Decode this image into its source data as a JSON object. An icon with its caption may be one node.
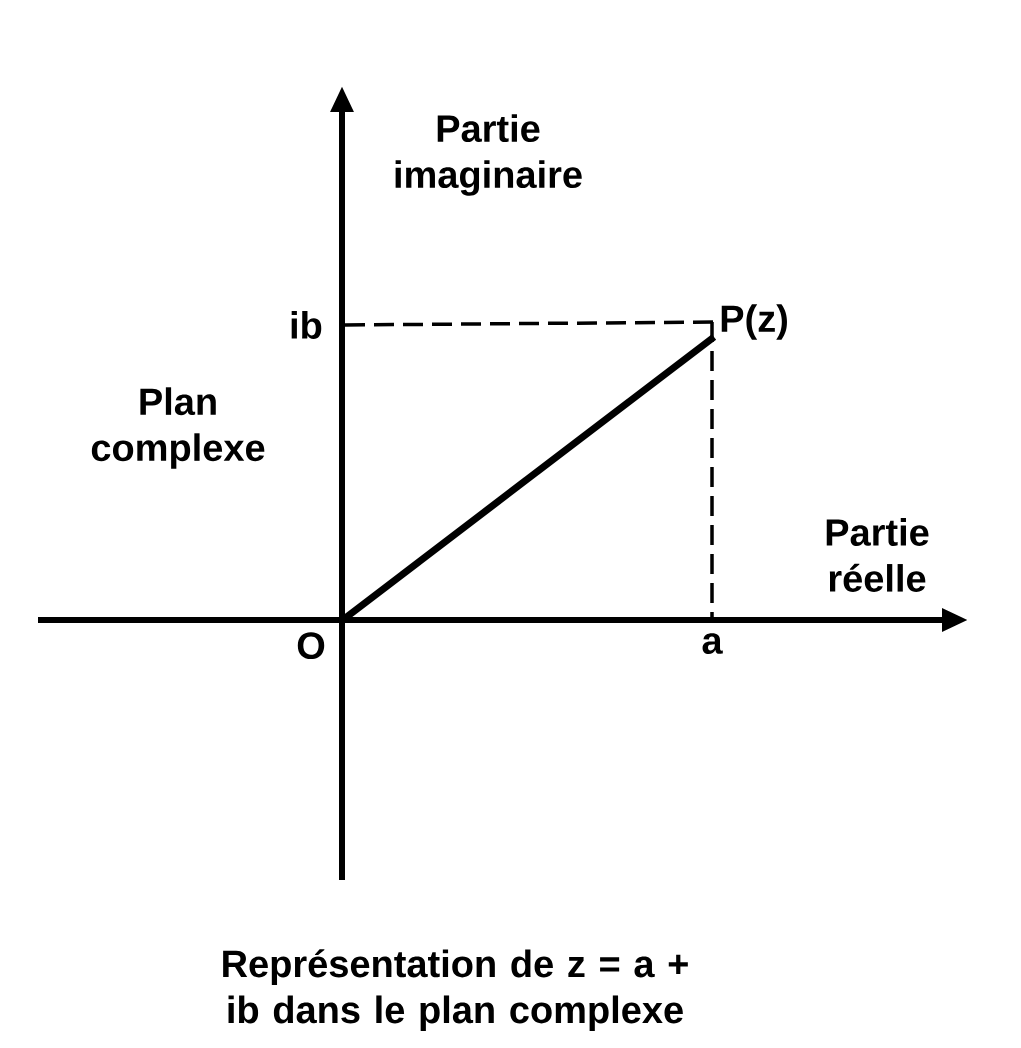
{
  "diagram": {
    "caption": "Représentation de z = a + ib dans le plan complexe",
    "nodes": [
      {
        "text": [
          "ib"
        ]
      },
      {
        "text": [
          "P(z)"
        ]
      },
      {
        "text": [
          "a"
        ]
      },
      {
        "text": [
          "O"
        ]
      }
    ],
    "edges": [
      {
        "from": 0,
        "to": 1,
        "arrow": "none",
        "style": "dashed"
      },
      {
        "from": 1,
        "to": 2,
        "arrow": "none",
        "style": "dashed"
      },
      {
        "from": 3,
        "to": 1,
        "arrow": "none",
        "style": "thick"
      }
    ],
    "labels": [
      "Partie imaginaire",
      "Plan complexe",
      "Partie réelle"
    ]
  }
}
